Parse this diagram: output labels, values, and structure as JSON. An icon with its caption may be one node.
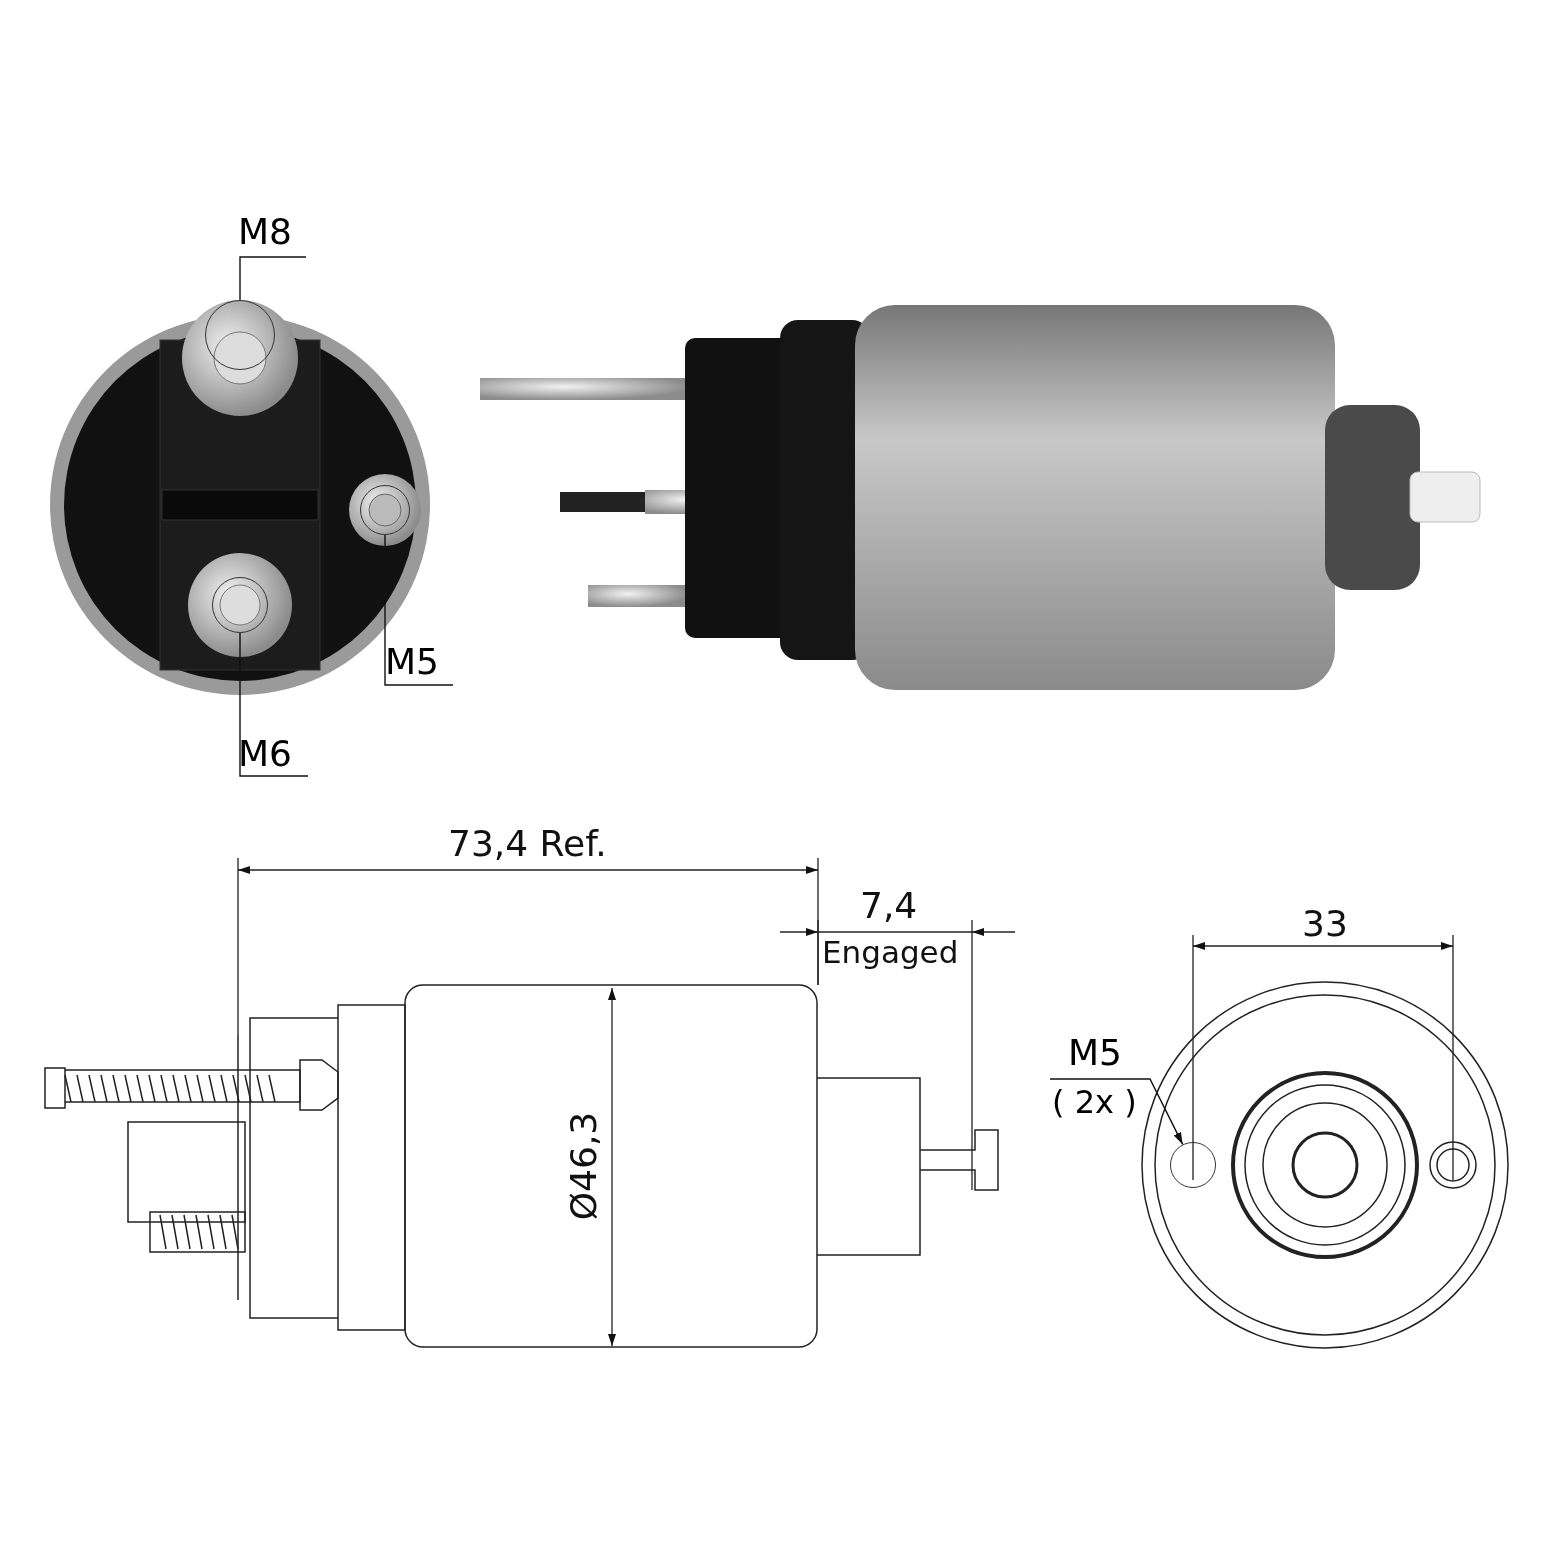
{
  "diagram": {
    "nodes": [
      {
        "text": [
          "M8"
        ]
      },
      {
        "text": [],
        "shape": "circle"
      },
      {
        "text": [
          "M5"
        ]
      },
      {
        "text": [],
        "shape": "circle"
      },
      {
        "text": [
          "M6"
        ]
      },
      {
        "text": [],
        "shape": "circle"
      },
      {
        "text": [
          "M5",
          "( 2x )"
        ]
      },
      {
        "text": [],
        "shape": "circle"
      }
    ],
    "edges": [
      {
        "from": 0,
        "to": 1,
        "arrow": "none"
      },
      {
        "from": 2,
        "to": 3,
        "arrow": "none"
      },
      {
        "from": 4,
        "to": 5,
        "arrow": "none"
      },
      {
        "from": 6,
        "to": 7,
        "arrow": "to"
      }
    ],
    "labels": [
      "73,4 Ref.",
      "7,4",
      "Engaged",
      "Ø46,3",
      "33"
    ]
  }
}
